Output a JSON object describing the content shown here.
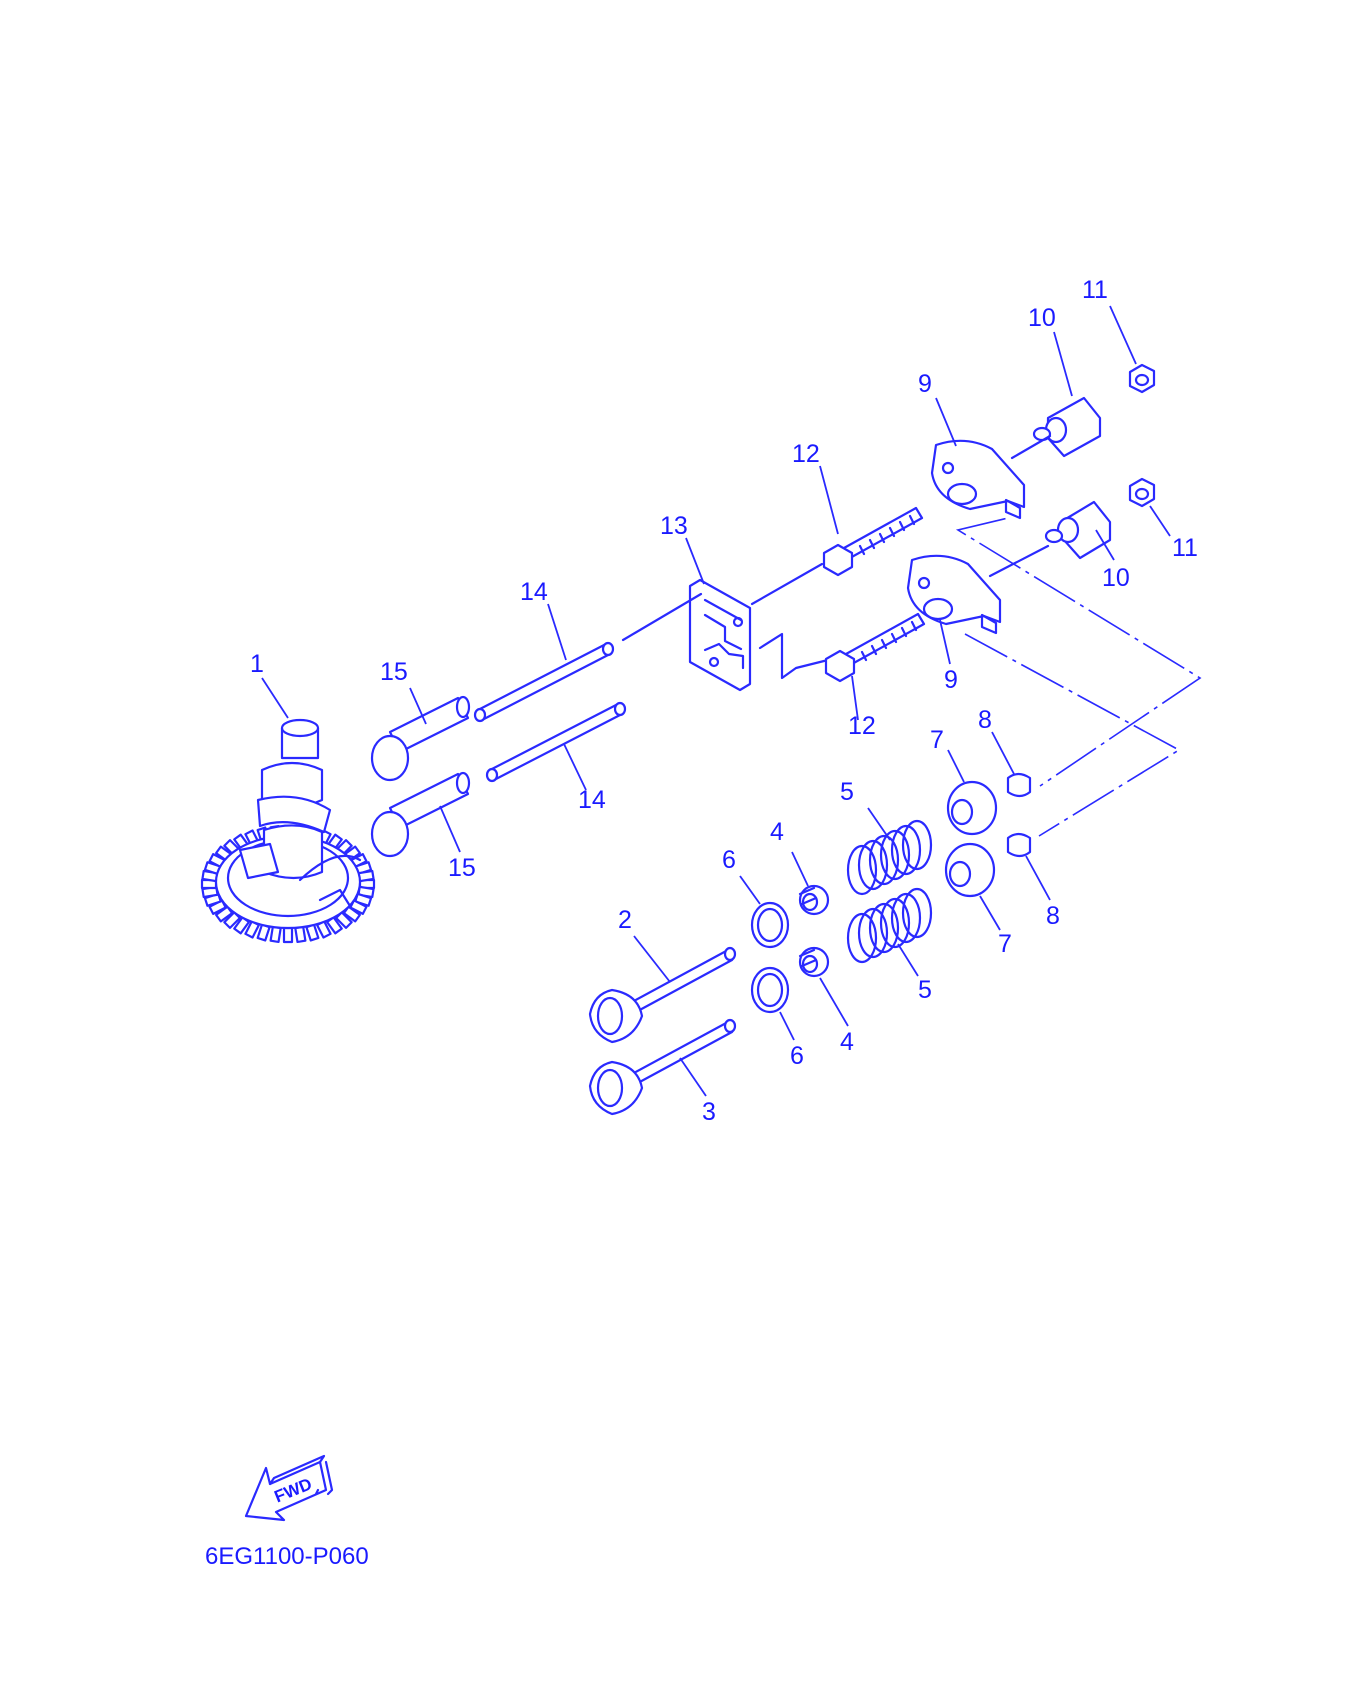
{
  "diagram": {
    "callouts": [
      "1",
      "2",
      "3",
      "4",
      "4",
      "5",
      "5",
      "6",
      "6",
      "7",
      "7",
      "8",
      "8",
      "9",
      "9",
      "10",
      "10",
      "11",
      "11",
      "12",
      "12",
      "13",
      "14",
      "14",
      "15",
      "15"
    ],
    "fwd_label": "FWD",
    "diagram_code": "6EG1100-P060",
    "line_color": "#2a2aff"
  }
}
